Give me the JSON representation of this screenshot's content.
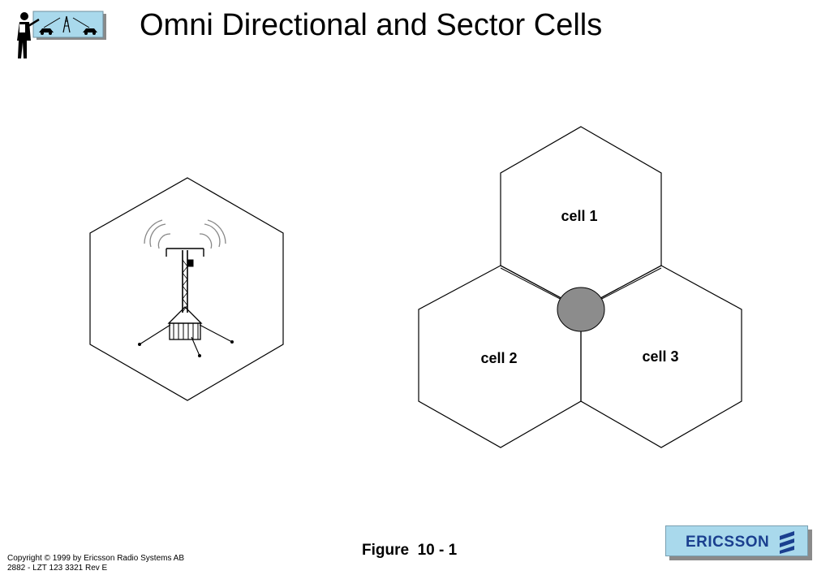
{
  "slide": {
    "title": "Omni Directional and Sector Cells",
    "figure_caption": "Figure  10 - 1",
    "copyright_line1": "Copyright © 1999 by Ericsson Radio Systems AB",
    "copyright_line2": "2882 - LZT 123 3321 Rev E"
  },
  "sector_diagram": {
    "cells": [
      {
        "label": "cell 1"
      },
      {
        "label": "cell 2"
      },
      {
        "label": "cell 3"
      }
    ]
  },
  "brand": {
    "name": "ERICSSON"
  },
  "colors": {
    "brand_bg": "#a9d9ec",
    "brand_text": "#1a3f8f",
    "site_fill": "#8c8c8c",
    "line": "#000000"
  },
  "icons": {
    "logo": "presenter-with-antenna-and-cars-icon",
    "omni_antenna": "antenna-tower-icon",
    "brand_mark": "ericsson-e-logo-icon"
  }
}
